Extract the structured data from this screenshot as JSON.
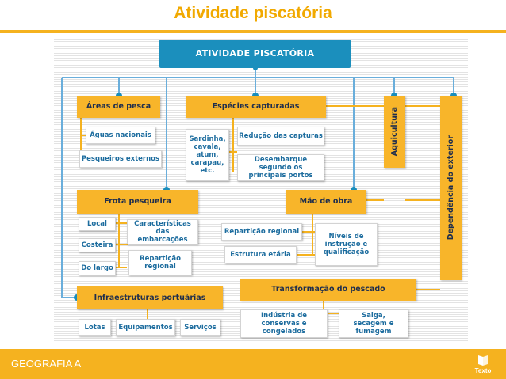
{
  "page": {
    "title": "Atividade piscatória"
  },
  "diagram": {
    "root": "ATIVIDADE PISCATÓRIA",
    "areas_pesca": {
      "label": "Áreas de pesca",
      "items": [
        "Águas nacionais",
        "Pesqueiros externos"
      ]
    },
    "especies": {
      "label": "Espécies capturadas",
      "species": "Sardinha, cavala, atum, carapau, etc.",
      "items": [
        "Redução das capturas",
        "Desembarque segundo os principais portos"
      ]
    },
    "aquicultura": {
      "label": "Aquicultura"
    },
    "dependencia": {
      "label": "Dependência do exterior"
    },
    "frota": {
      "label": "Frota pesqueira",
      "types": [
        "Local",
        "Costeira",
        "Do largo"
      ],
      "items": [
        "Características das embarcações",
        "Repartição regional"
      ]
    },
    "mao_obra": {
      "label": "Mão de obra",
      "items": [
        "Repartição regional",
        "Estrutura etária",
        "Níveis de instrução e qualificação"
      ]
    },
    "infra": {
      "label": "Infraestruturas portuárias",
      "items": [
        "Lotas",
        "Equipamentos",
        "Serviços"
      ]
    },
    "transformacao": {
      "label": "Transformação do pescado",
      "items": [
        "Indústria de conservas e congelados",
        "Salga, secagem e fumagem"
      ]
    }
  },
  "footer": {
    "label": "GEOGRAFIA A",
    "brand": "Texto",
    "brand_icon": "book-icon"
  },
  "colors": {
    "accent": "#f5b21f",
    "title": "#f1a900",
    "main_box": "#1b8fbd",
    "category_box": "#f8b52a",
    "connector_blue": "#6aaedb",
    "connector_orange": "#f5b21f",
    "sub_text": "#1c6c9e"
  }
}
